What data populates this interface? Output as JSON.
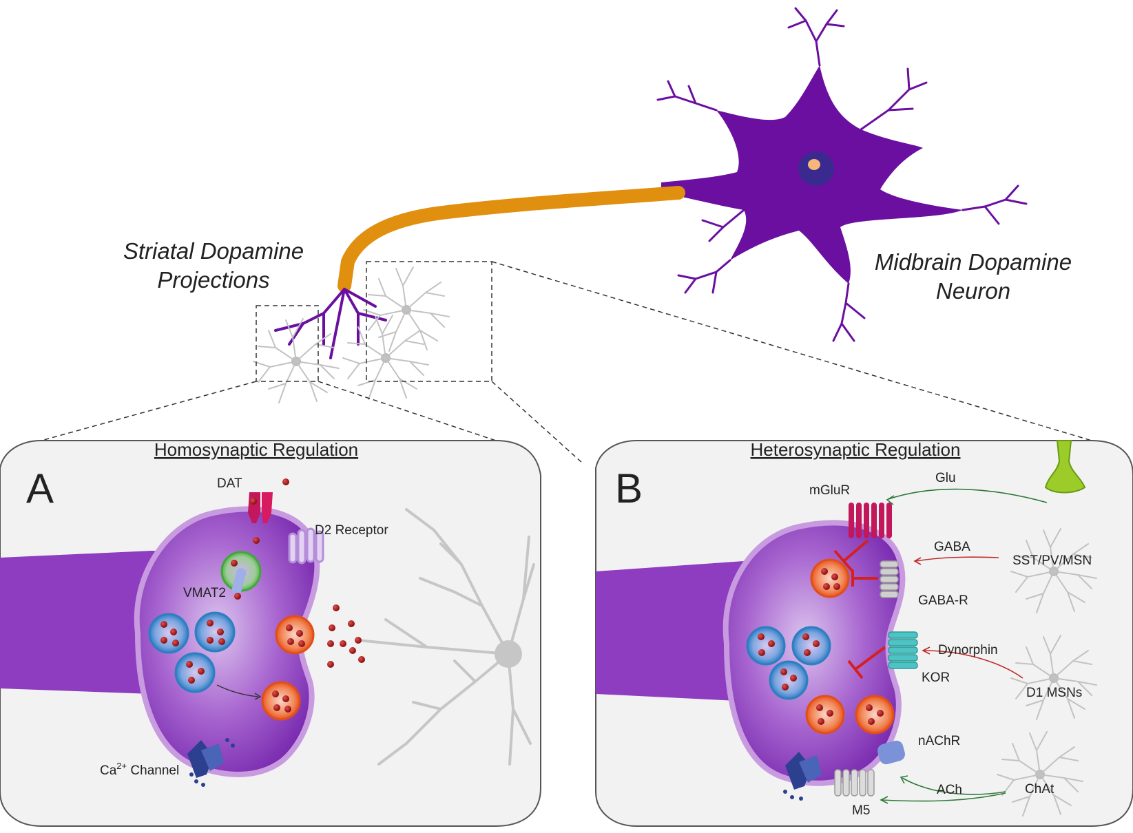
{
  "titles": {
    "projections": [
      "Striatal Dopamine",
      "Projections"
    ],
    "neuron": [
      "Midbrain Dopamine",
      "Neuron"
    ]
  },
  "panel_a": {
    "letter": "A",
    "title": "Homosynaptic Regulation",
    "labels": {
      "dat": "DAT",
      "d2": "D2 Receptor",
      "vmat2": "VMAT2",
      "ca_channel_prefix": "Ca",
      "ca_channel_sup": "2+",
      "ca_channel_suffix": " Channel"
    }
  },
  "panel_b": {
    "letter": "B",
    "title": "Heterosynaptic Regulation",
    "labels": {
      "mglur": "mGluR",
      "glu": "Glu",
      "gaba": "GABA",
      "gaba_r": "GABA-R",
      "sst": "SST/PV/MSN",
      "dynorphin": "Dynorphin",
      "kor": "KOR",
      "d1": "D1 MSNs",
      "nachr": "nAChR",
      "ach": "ACh",
      "chat": "ChAt",
      "m5": "M5"
    }
  },
  "colors": {
    "neuron_purple": "#6a0fa0",
    "axon_orange": "#e0900e",
    "terminal_purple": "#9b55c4",
    "vesicle_blue": "#3b8fcf",
    "vesicle_orange": "#ee6a2a",
    "dopamine_red": "#a81818",
    "panel_bg": "#f2f2f2",
    "glia_gray": "#c8c8c8",
    "inhibit_red": "#d42020",
    "excite_green": "#2f7a3a"
  }
}
